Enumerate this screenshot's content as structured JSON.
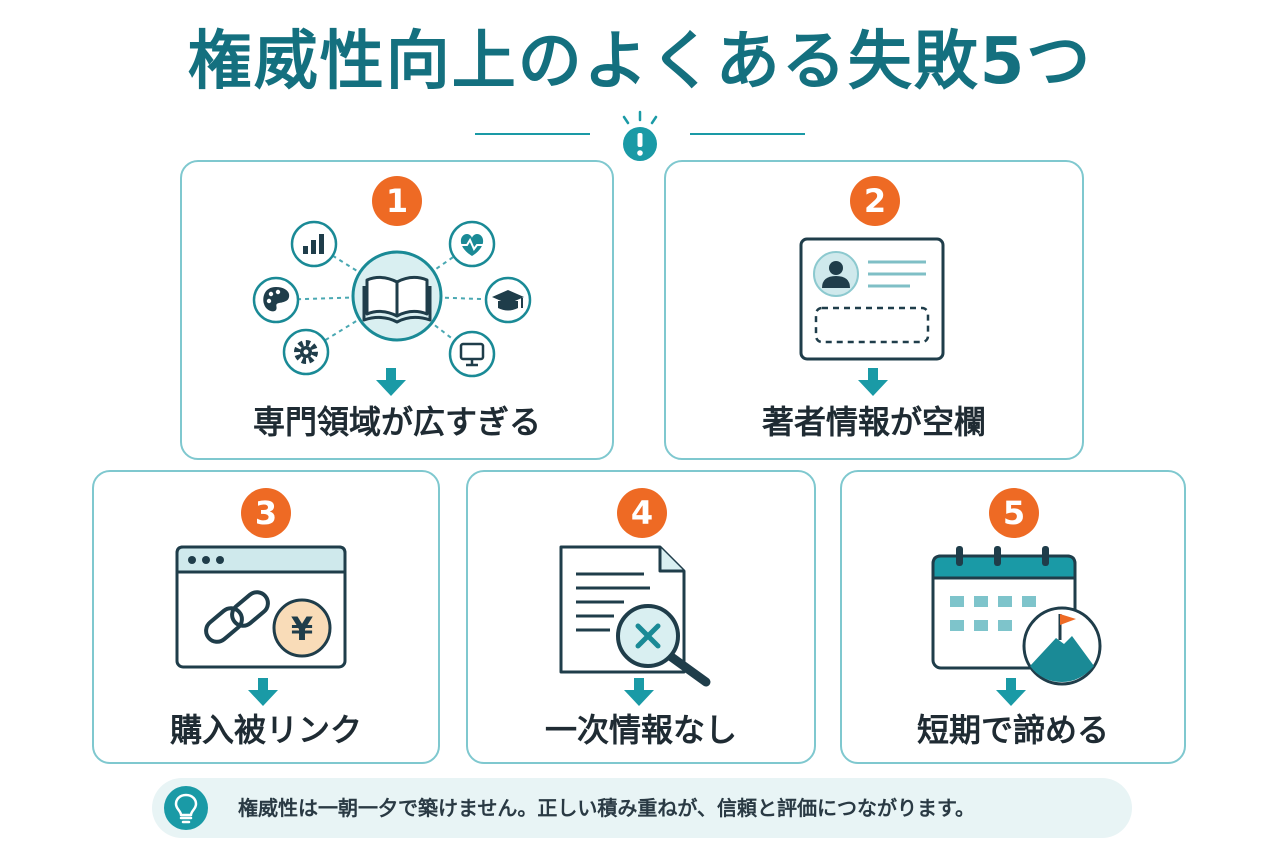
{
  "title": "権威性向上のよくある失敗5つ",
  "failures": [
    {
      "number": "1",
      "label": "専門領域が広すぎる"
    },
    {
      "number": "2",
      "label": "著者情報が空欄"
    },
    {
      "number": "3",
      "label": "購入被リンク"
    },
    {
      "number": "4",
      "label": "一次情報なし"
    },
    {
      "number": "5",
      "label": "短期で諦める"
    }
  ],
  "icons": {
    "divider": "exclamation-icon",
    "card1": [
      "open-book-icon",
      "bar-chart-icon",
      "heart-pulse-icon",
      "palette-icon",
      "graduation-cap-icon",
      "gear-icon",
      "monitor-icon"
    ],
    "card2": [
      "author-profile-card-icon"
    ],
    "card3": [
      "browser-window-icon",
      "chain-link-icon",
      "yen-coin-icon"
    ],
    "card4": [
      "document-icon",
      "magnifier-x-icon"
    ],
    "card5": [
      "calendar-icon",
      "mountain-flag-icon"
    ],
    "tip": "lightbulb-icon"
  },
  "tip": "権威性は一朝一夕で築けません。正しい積み重ねが、信頼と評価につながります。",
  "colors": {
    "title": "#14707f",
    "accent": "#1a9aa6",
    "badge": "#ee6a24",
    "border": "#7fc8cf",
    "tip_bg": "#e8f4f5"
  }
}
